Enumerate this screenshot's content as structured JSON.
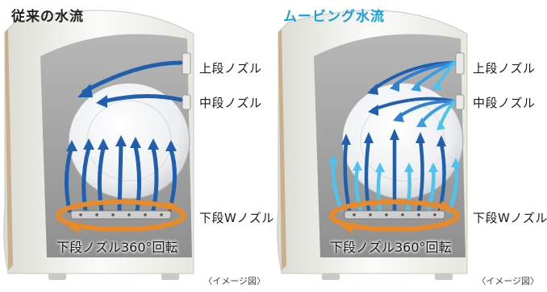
{
  "panels": [
    {
      "title": "従来の水流",
      "labels": {
        "upper_nozzle": "上段ノズル",
        "middle_nozzle": "中段ノズル",
        "lower_w_nozzle": "下段Wノズル",
        "rotation": "下段ノズル360°回転"
      },
      "caption": "〈イメージ図〉"
    },
    {
      "title": "ムービング水流",
      "labels": {
        "upper_nozzle": "上段ノズル",
        "middle_nozzle": "中段ノズル",
        "lower_w_nozzle": "下段Wノズル",
        "rotation": "下段ノズル360°回転"
      },
      "caption": "〈イメージ図〉"
    }
  ],
  "colors": {
    "title_left": "#222222",
    "title_right": "#1aa0e0",
    "arrow_dark_blue": "#1f5fae",
    "arrow_light_blue": "#4dc3f0",
    "rotation_orange": "#e8892a",
    "interior_gray": "#9b9b9b",
    "housing_white": "#f2f2ee"
  }
}
